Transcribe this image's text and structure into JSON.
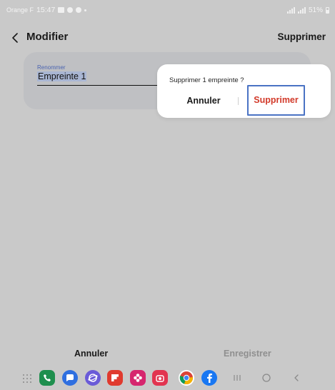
{
  "status_bar": {
    "carrier": "Orange F",
    "time": "15:47",
    "battery": "51%",
    "icons": [
      "gallery-icon",
      "location-icon",
      "settings-icon",
      "notification-dot-icon",
      "wifi-signal-icon",
      "cell-signal-icon",
      "battery-icon"
    ]
  },
  "header": {
    "back_icon": "chevron-left-icon",
    "title": "Modifier",
    "delete_label": "Supprimer"
  },
  "rename": {
    "label": "Renommer",
    "value": "Empreinte 1"
  },
  "dialog": {
    "message": "Supprimer 1 empreinte ?",
    "cancel_label": "Annuler",
    "confirm_label": "Supprimer",
    "confirm_color": "#d23a2a"
  },
  "bottom_actions": {
    "cancel_label": "Annuler",
    "save_label": "Enregistrer"
  },
  "dock": {
    "apps": [
      {
        "name": "phone-icon",
        "color": "#1e8f4e"
      },
      {
        "name": "messages-icon",
        "color": "#2f6fe0"
      },
      {
        "name": "internet-icon",
        "color": "#6a5bd8"
      },
      {
        "name": "flipboard-icon",
        "color": "#e03a2e"
      },
      {
        "name": "flower-icon",
        "color": "#d6266e"
      },
      {
        "name": "camera-icon",
        "color": "#e23450"
      },
      {
        "name": "chrome-icon",
        "color": "#ffffff"
      },
      {
        "name": "facebook-icon",
        "color": "#1877f2"
      }
    ],
    "nav": [
      "recents-icon",
      "home-icon",
      "back-nav-icon"
    ]
  }
}
